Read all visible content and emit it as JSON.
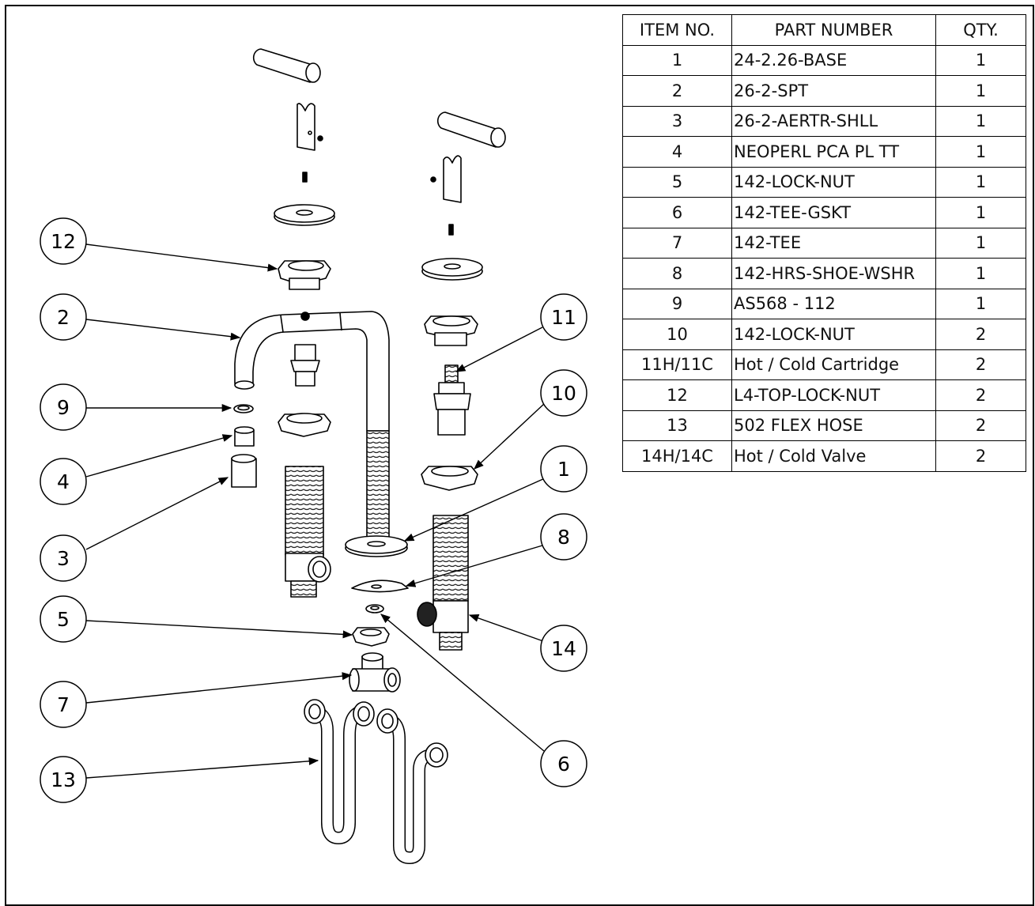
{
  "bom_table": {
    "headers": {
      "item_no": "ITEM NO.",
      "part_number": "PART NUMBER",
      "qty": "QTY."
    },
    "rows": [
      {
        "item": "1",
        "part": "24-2.26-BASE",
        "qty": "1"
      },
      {
        "item": "2",
        "part": "26-2-SPT",
        "qty": "1"
      },
      {
        "item": "3",
        "part": "26-2-AERTR-SHLL",
        "qty": "1"
      },
      {
        "item": "4",
        "part": "NEOPERL PCA PL TT",
        "qty": "1"
      },
      {
        "item": "5",
        "part": "142-LOCK-NUT",
        "qty": "1"
      },
      {
        "item": "6",
        "part": "142-TEE-GSKT",
        "qty": "1"
      },
      {
        "item": "7",
        "part": "142-TEE",
        "qty": "1"
      },
      {
        "item": "8",
        "part": "142-HRS-SHOE-WSHR",
        "qty": "1"
      },
      {
        "item": "9",
        "part": "AS568 - 112",
        "qty": "1"
      },
      {
        "item": "10",
        "part": "142-LOCK-NUT",
        "qty": "2"
      },
      {
        "item": "11H/11C",
        "part": "Hot / Cold Cartridge",
        "qty": "2"
      },
      {
        "item": "12",
        "part": "L4-TOP-LOCK-NUT",
        "qty": "2"
      },
      {
        "item": "13",
        "part": "502 FLEX HOSE",
        "qty": "2"
      },
      {
        "item": "14H/14C",
        "part": "Hot / Cold Valve",
        "qty": "2"
      }
    ]
  },
  "balloons": {
    "b1": "1",
    "b2": "2",
    "b3": "3",
    "b4": "4",
    "b5": "5",
    "b6": "6",
    "b7": "7",
    "b8": "8",
    "b9": "9",
    "b10": "10",
    "b11": "11",
    "b12": "12",
    "b13": "13",
    "b14": "14"
  }
}
